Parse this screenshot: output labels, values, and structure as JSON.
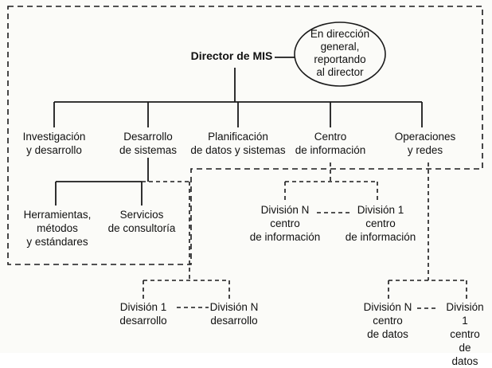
{
  "director": "Director de MIS",
  "note": "En dirección\ngeneral,\nreportando\nal director",
  "departments": [
    "Investigación\ny desarrollo",
    "Desarrollo\nde sistemas",
    "Planificación\nde datos y sistemas",
    "Centro\nde información",
    "Operaciones\ny redes"
  ],
  "systems_units": [
    "Herramientas,\nmétodos\ny estándares",
    "Servicios\nde consultoría"
  ],
  "info_divisions": {
    "left": "División N\ncentro\nde información",
    "right": "División 1\ncentro\nde información"
  },
  "dev_divisions": {
    "left": "División 1\ndesarrollo",
    "right": "División N\ndesarrollo"
  },
  "datacenter_divisions": {
    "left": "División N\ncentro\nde datos",
    "right": "División 1\ncentro\nde datos"
  }
}
